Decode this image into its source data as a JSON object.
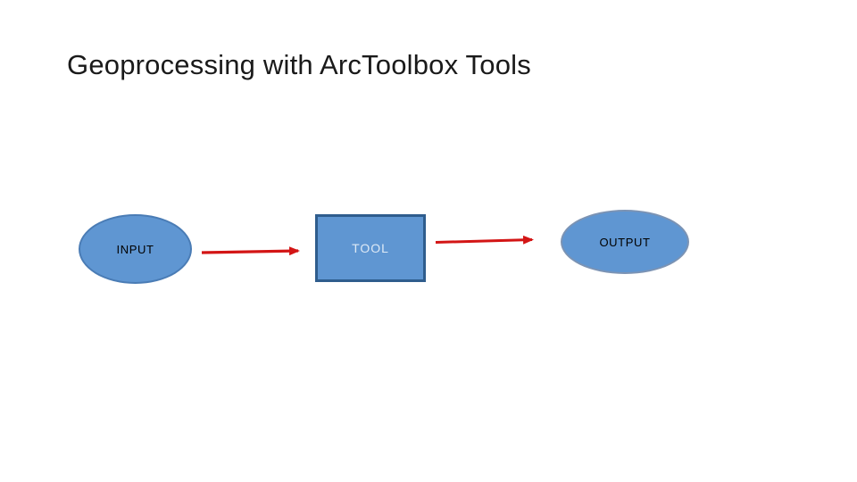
{
  "slide": {
    "title": "Geoprocessing with ArcToolbox Tools"
  },
  "diagram": {
    "nodes": [
      {
        "id": "input",
        "label": "INPUT",
        "shape": "ellipse"
      },
      {
        "id": "tool",
        "label": "TOOL",
        "shape": "rectangle"
      },
      {
        "id": "output",
        "label": "OUTPUT",
        "shape": "ellipse"
      }
    ],
    "connectors": [
      {
        "from": "input",
        "to": "tool",
        "type": "arrow"
      },
      {
        "from": "tool",
        "to": "output",
        "type": "arrow"
      }
    ]
  },
  "colors": {
    "background": "#ffffff",
    "title_text": "#1a1a1a",
    "shape_fill": "#5f96d2",
    "ellipse_border": "#4a7cb5",
    "rect_border": "#2f5d8d",
    "output_border": "#7b93b4",
    "node_label": "#000000",
    "tool_label": "#dde9f6",
    "arrow": "#d31515"
  }
}
